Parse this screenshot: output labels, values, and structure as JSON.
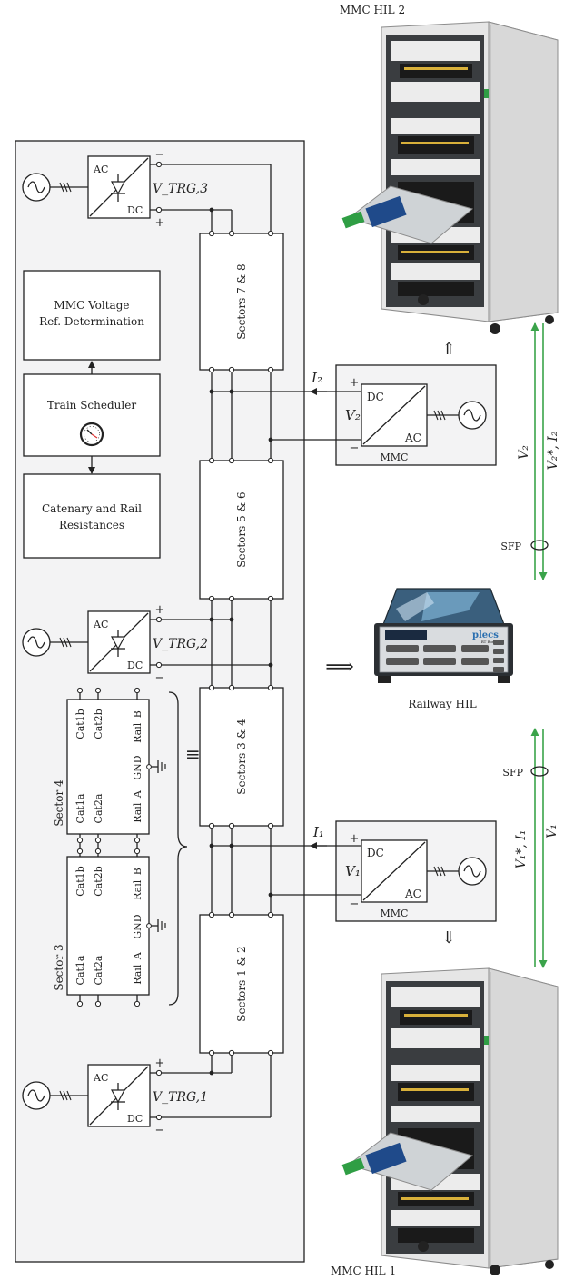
{
  "titles": {
    "hil_top": "MMC HIL 2",
    "hil_bottom": "MMC HIL 1",
    "railway": "Railway HIL"
  },
  "blocks": {
    "mmc_ref": [
      "MMC Voltage",
      "Ref. Determination"
    ],
    "scheduler": "Train Scheduler",
    "catenary": [
      "Catenary and Rail",
      "Resistances"
    ]
  },
  "sectors": {
    "s78": "Sectors 7 & 8",
    "s56": "Sectors 5 & 6",
    "s34": "Sectors 3 & 4",
    "s12": "Sectors 1 & 2",
    "sector4": "Sector 4",
    "sector3": "Sector 3"
  },
  "terminals": {
    "top": [
      "Cat1b",
      "Cat2b",
      "Rail_B"
    ],
    "bottom": [
      "Cat1a",
      "Cat2a",
      "Rail_A"
    ],
    "gnd": "GND"
  },
  "converters": {
    "ac": "AC",
    "dc": "DC",
    "trg3": "V_TRG,3",
    "trg2": "V_TRG,2",
    "trg1": "V_TRG,1"
  },
  "mmc": {
    "label": "MMC",
    "dc": "DC",
    "ac": "AC",
    "v2": "V₂",
    "i2": "I₂",
    "v1": "V₁",
    "i1": "I₁"
  },
  "signals": {
    "sfp": "SFP",
    "v2": "V₂",
    "v2ref_i2": "V₂*, I₂",
    "v1ref_i1": "V₁*, I₁",
    "v1": "V₁"
  },
  "symbols": {
    "equiv": "≡",
    "plus": "+",
    "minus": "−",
    "arrow_up": "⇑",
    "arrow_down": "⇓",
    "arrow_right": "⟹"
  },
  "device": {
    "brand": "plecs",
    "model": "RT Box 2"
  },
  "colors": {
    "link": "#3aa34a",
    "panel": "#f3f3f4",
    "line": "#222222"
  }
}
